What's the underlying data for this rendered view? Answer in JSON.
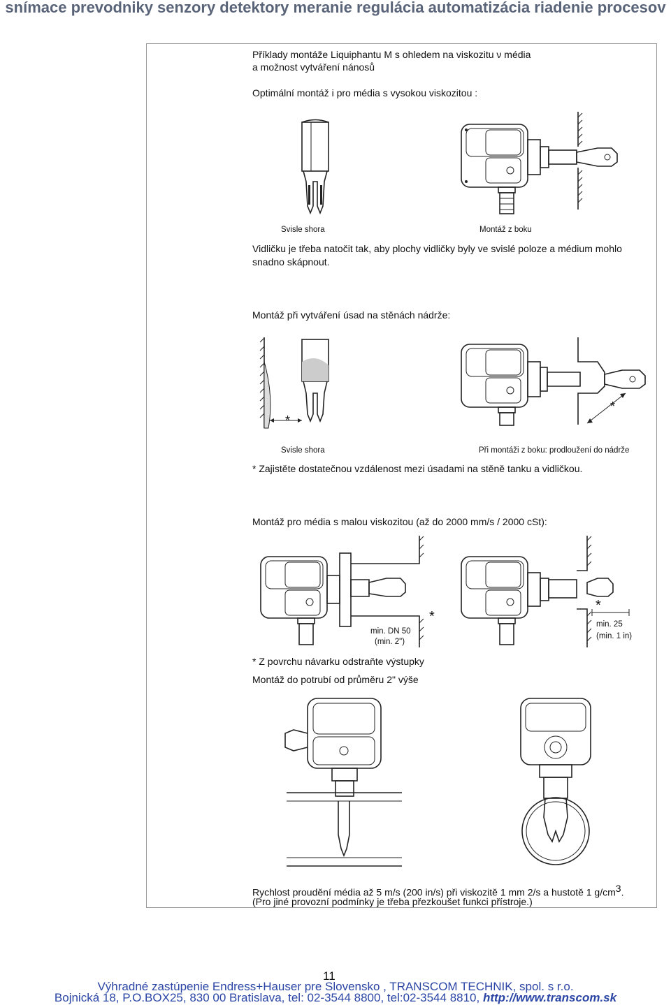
{
  "banner": "snímace prevodniky senzory detektory meranie regulácia automatizácia riadenie procesov",
  "section1": {
    "title_line1": "Příklady montáže Liquiphantu M s ohledem na viskozitu ν  média",
    "title_line2": "a možnost vytváření nánosů",
    "subtitle": "Optimální montáž i pro média s vysokou viskozitou :",
    "label_left": "Svisle shora",
    "label_right": "Montáž z boku",
    "note_line1": "Vidličku je třeba natočit tak, aby plochy vidličky byly ve svislé poloze a médium mohlo",
    "note_line2": "snadno skápnout."
  },
  "section2": {
    "title": "Montáž při vytváření úsad na stěnách nádrže:",
    "star": "*",
    "label_left": "Svisle shora",
    "label_right": "Při montáži z boku: prodloužení do nádrže",
    "note": "*  Zajistěte dostatečnou vzdálenost mezi úsadami na stěně tanku a vidličkou."
  },
  "section3": {
    "title": "Montáž pro média s malou viskozitou (až do 2000 mm/s / 2000 cSt):",
    "dn_line1": "min. DN 50",
    "dn_line2": "(min. 2\")",
    "star": "*",
    "min_line1": "min. 25",
    "min_line2": "(min. 1 in)",
    "note": "* Z povrchu návarku odstraňte výstupky"
  },
  "section4": {
    "title": "Montáž do potrubí od průměru 2\" výše",
    "flow_line1": "Rychlost proudění média až 5 m/s (200 in/s) při viskozitě 1 mm  2/s a hustotě 1 g/cm",
    "flow_sup": "3",
    "flow_end": ".",
    "flow_line2": "(Pro jiné provozní podmínky je třeba přezkoušet funkci přístroje.)"
  },
  "page_number": "11",
  "footer": {
    "line1": "Výhradné zastúpenie Endress+Hauser pre Slovensko , TRANSCOM TECHNIK, spol. s r.o.",
    "line2_text": "Bojnická 18, P.O.BOX25, 830 00 Bratislava, tel: 02-3544 8800, tel:02-3544 8810, ",
    "line2_url": "http://www.transcom.sk"
  }
}
